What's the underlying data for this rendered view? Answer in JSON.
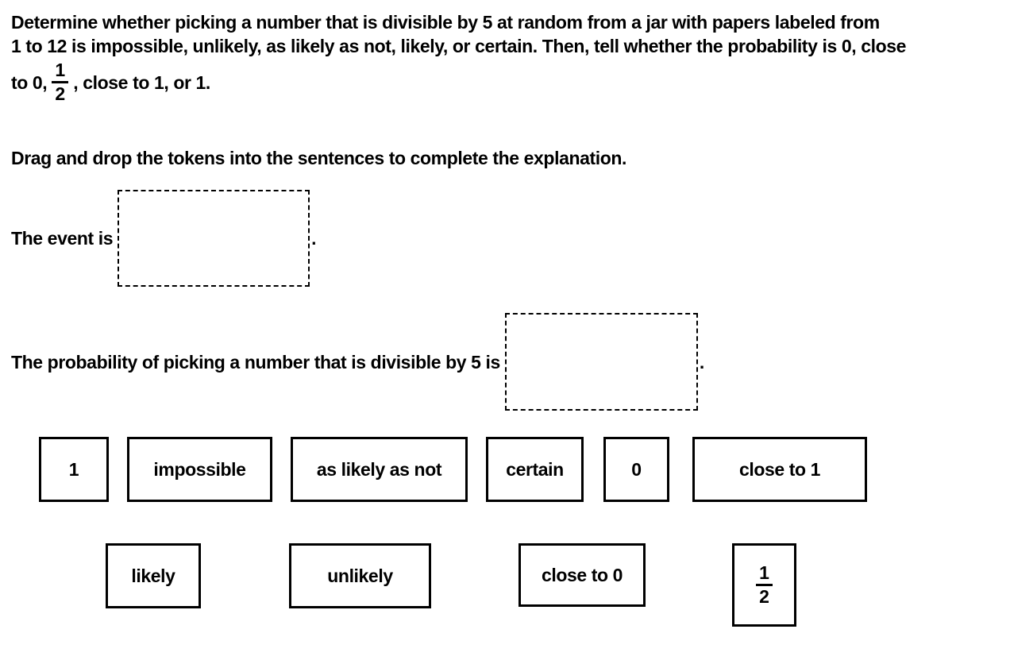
{
  "colors": {
    "text": "#000000",
    "background": "#ffffff",
    "token_border": "#000000",
    "dropzone_border": "#000000"
  },
  "problem_statement": {
    "line1": "Determine whether picking a number that is divisible by 5 at random from a jar with papers labeled from",
    "line2": "1 to 12 is impossible, unlikely, as likely as not, likely, or certain. Then, tell whether the probability is 0, close",
    "line3_before_fraction": "to 0,",
    "fraction": {
      "numerator": "1",
      "denominator": "2"
    },
    "line3_after_fraction": ", close to 1, or 1."
  },
  "instruction": "Drag and drop the tokens into the sentences to complete the explanation.",
  "sentence_1": {
    "prefix": "The event is",
    "suffix": "."
  },
  "sentence_2": {
    "prefix": "The probability of picking a number that is divisible by 5 is",
    "suffix": "."
  },
  "tokens_row_1": [
    "1",
    "impossible",
    "as likely as not",
    "certain",
    "0",
    "close to 1"
  ],
  "tokens_row_2": [
    "likely",
    "unlikely",
    "close to 0"
  ],
  "fraction_token": {
    "numerator": "1",
    "denominator": "2"
  }
}
